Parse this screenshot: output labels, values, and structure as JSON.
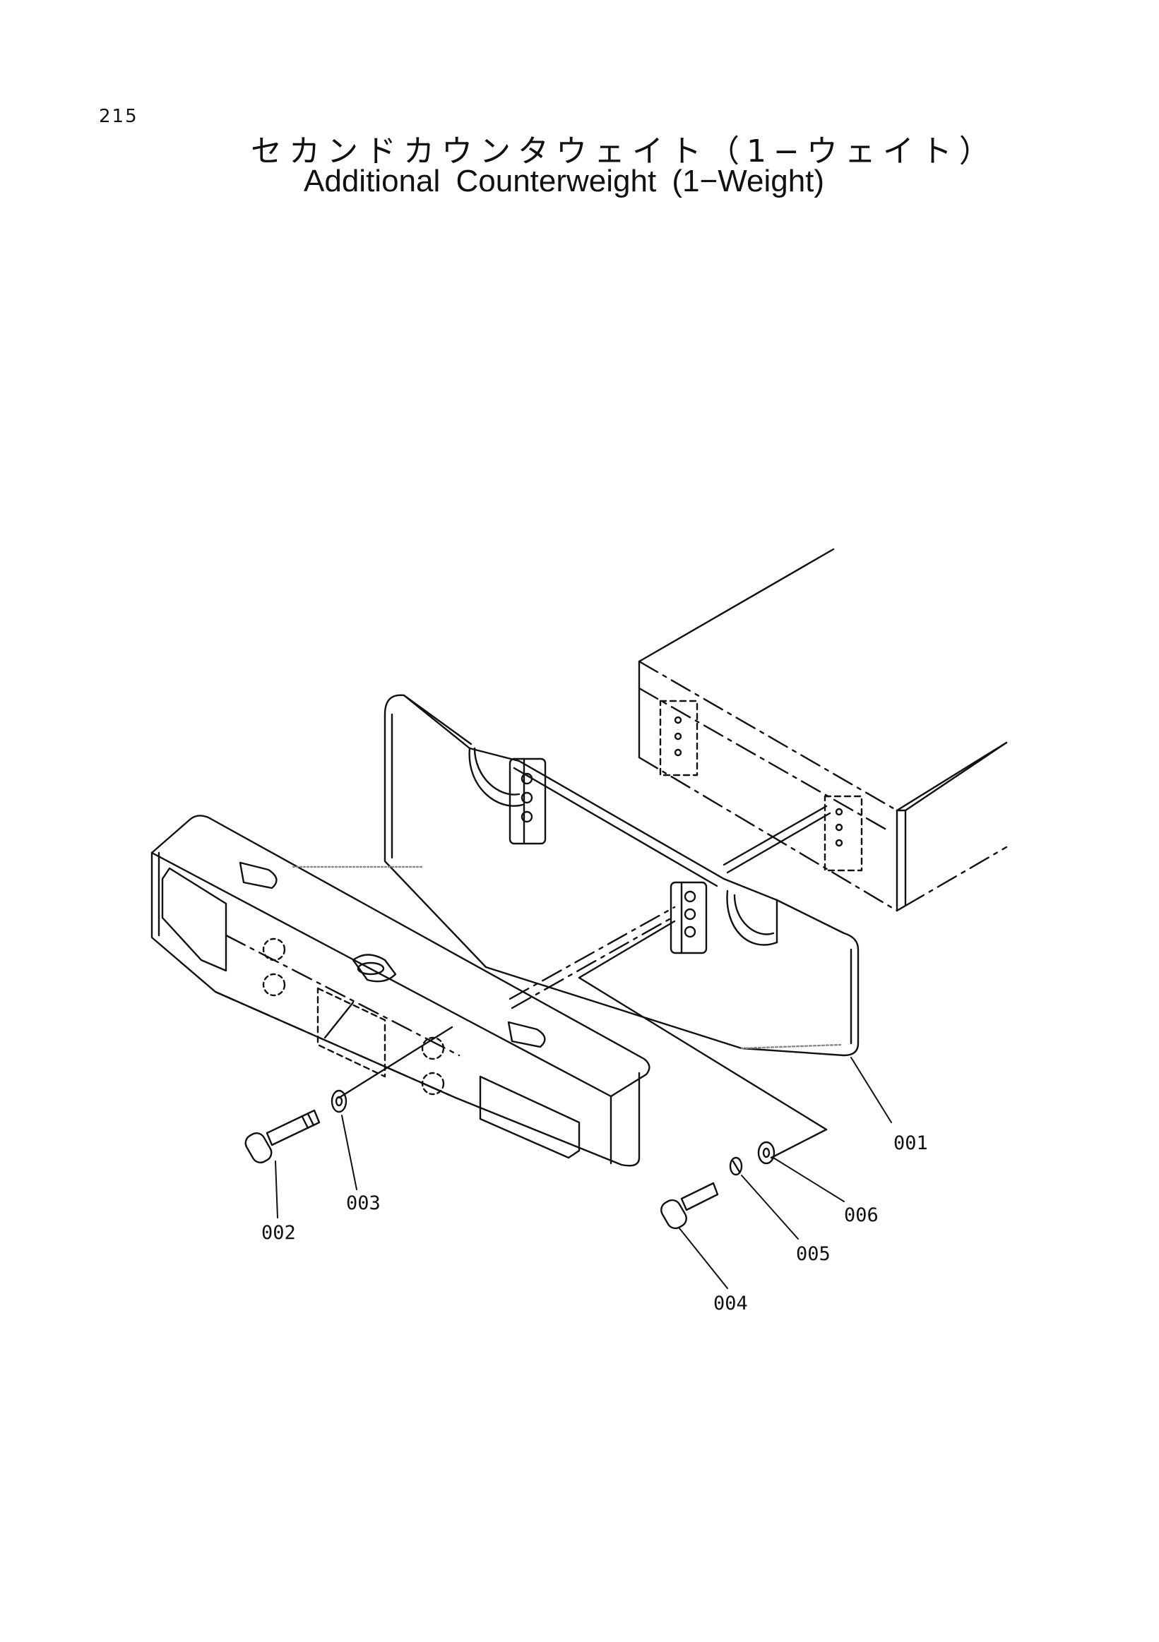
{
  "page": {
    "number": "215",
    "title_jp": "セカンドカウンタウェイト（1−ウェイト）",
    "title_en": "Additional Counterweight (1−Weight)"
  },
  "callouts": {
    "p001": "001",
    "p002": "002",
    "p003": "003",
    "p004": "004",
    "p005": "005",
    "p006": "006"
  }
}
